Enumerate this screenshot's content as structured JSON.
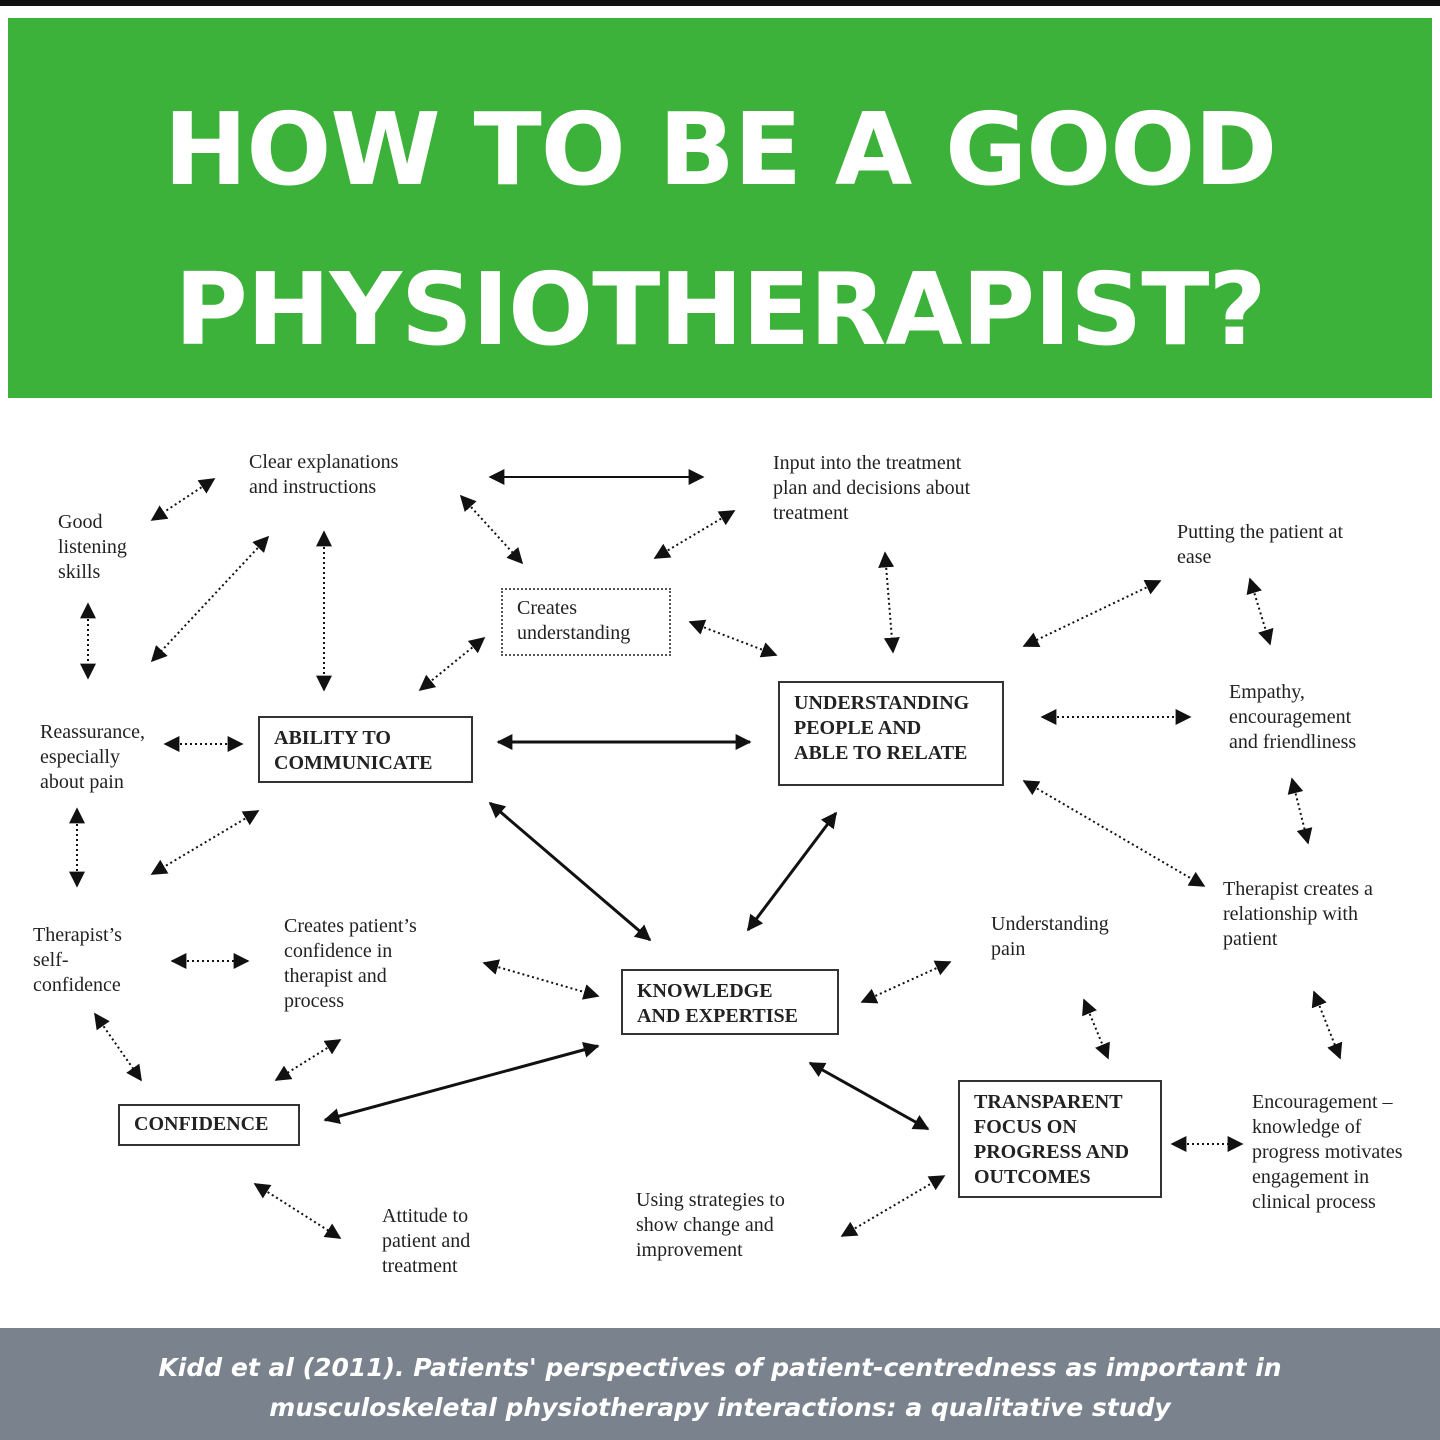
{
  "header": {
    "title": "HOW TO BE A GOOD\nPHYSIOTHERAPIST?"
  },
  "colors": {
    "banner": "#3db23a",
    "footer": "#7a828d",
    "text": "#222222"
  },
  "diagram": {
    "main_nodes": {
      "communicate": "ABILITY TO\nCOMMUNICATE",
      "relate": "UNDERSTANDING\nPEOPLE AND\nABLE TO RELATE",
      "knowledge": "KNOWLEDGE\nAND EXPERTISE",
      "confidence": "CONFIDENCE",
      "transparent": "TRANSPARENT\nFOCUS ON\nPROGRESS AND\nOUTCOMES"
    },
    "sub_nodes": {
      "clear_explanations": "Clear explanations\nand instructions",
      "good_listening": "Good\nlistening\nskills",
      "creates_understanding": "Creates\nunderstanding",
      "input_treatment": "Input into the treatment\nplan and decisions about\ntreatment",
      "putting_at_ease": "Putting the patient at\nease",
      "reassurance": "Reassurance,\nespecially\nabout pain",
      "empathy": "Empathy,\nencouragement\nand friendliness",
      "therapist_relationship": "Therapist creates a\nrelationship with\npatient",
      "therapist_self_confidence": "Therapist’s\nself-\nconfidence",
      "creates_patient_confidence": "Creates patient’s\nconfidence in\ntherapist and\nprocess",
      "understanding_pain": "Understanding\npain",
      "encouragement_knowledge": "Encouragement –\nknowledge of\nprogress motivates\nengagement in\nclinical process",
      "attitude": "Attitude to\npatient and\ntreatment",
      "using_strategies": "Using strategies to\nshow change and\nimprovement"
    }
  },
  "footer": {
    "citation": "Kidd et al (2011). Patients' perspectives of patient-centredness as important in\nmusculoskeletal physiotherapy interactions: a qualitative study"
  }
}
